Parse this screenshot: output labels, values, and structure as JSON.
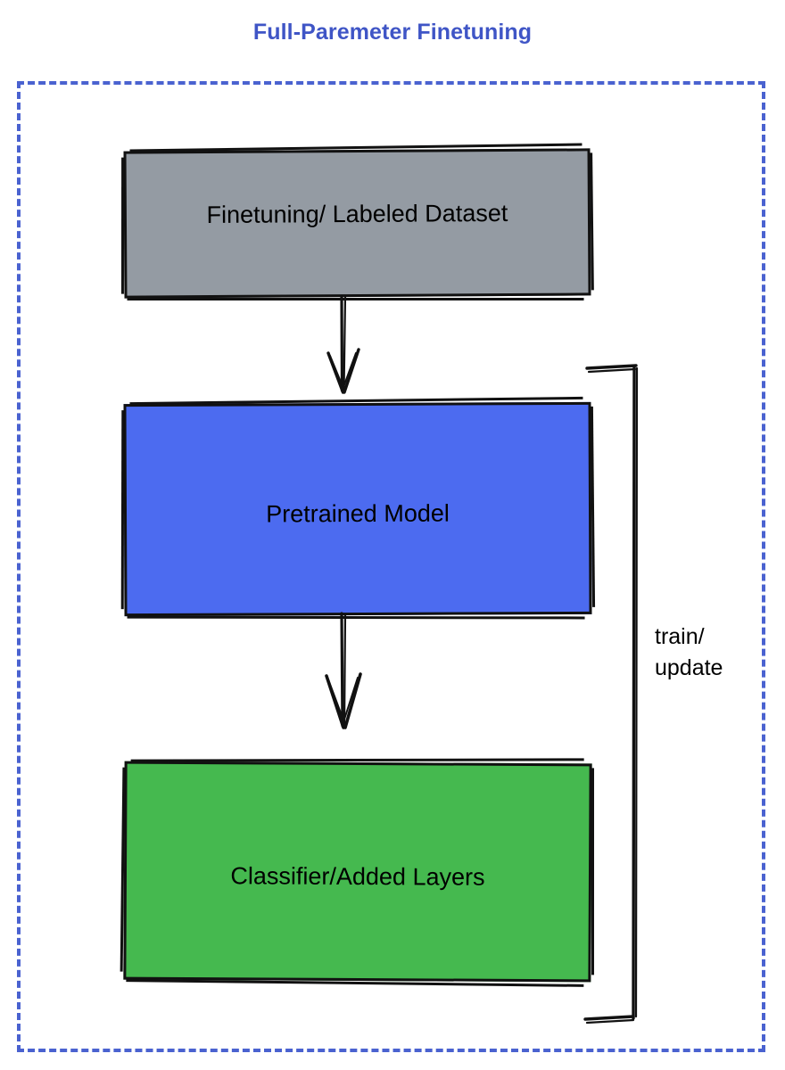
{
  "diagram": {
    "title": "Full-Paremeter Finetuning",
    "title_color": "#3f55c6",
    "frame": {
      "style": "dashed",
      "color": "#4a62d0"
    },
    "nodes": [
      {
        "id": "dataset",
        "label": "Finetuning/ Labeled Dataset",
        "fill": "#949ba3",
        "stroke": "#111111",
        "shape": "rectangle"
      },
      {
        "id": "pretrained",
        "label": "Pretrained Model",
        "fill": "#4c6bf0",
        "stroke": "#111111",
        "shape": "rectangle"
      },
      {
        "id": "classifier",
        "label": "Classifier/Added Layers",
        "fill": "#45b94f",
        "stroke": "#111111",
        "shape": "rectangle"
      }
    ],
    "edges": [
      {
        "id": "dataset-to-pretrained",
        "from": "dataset",
        "to": "pretrained",
        "label": "",
        "style": "arrow-down"
      },
      {
        "id": "pretrained-to-classifier",
        "from": "pretrained",
        "to": "classifier",
        "label": "",
        "style": "arrow-down"
      },
      {
        "id": "feedback-loop",
        "from": "classifier",
        "to": "pretrained",
        "label": "train/\nupdate",
        "style": "bracket"
      }
    ],
    "loop_label": "train/\nupdate"
  }
}
